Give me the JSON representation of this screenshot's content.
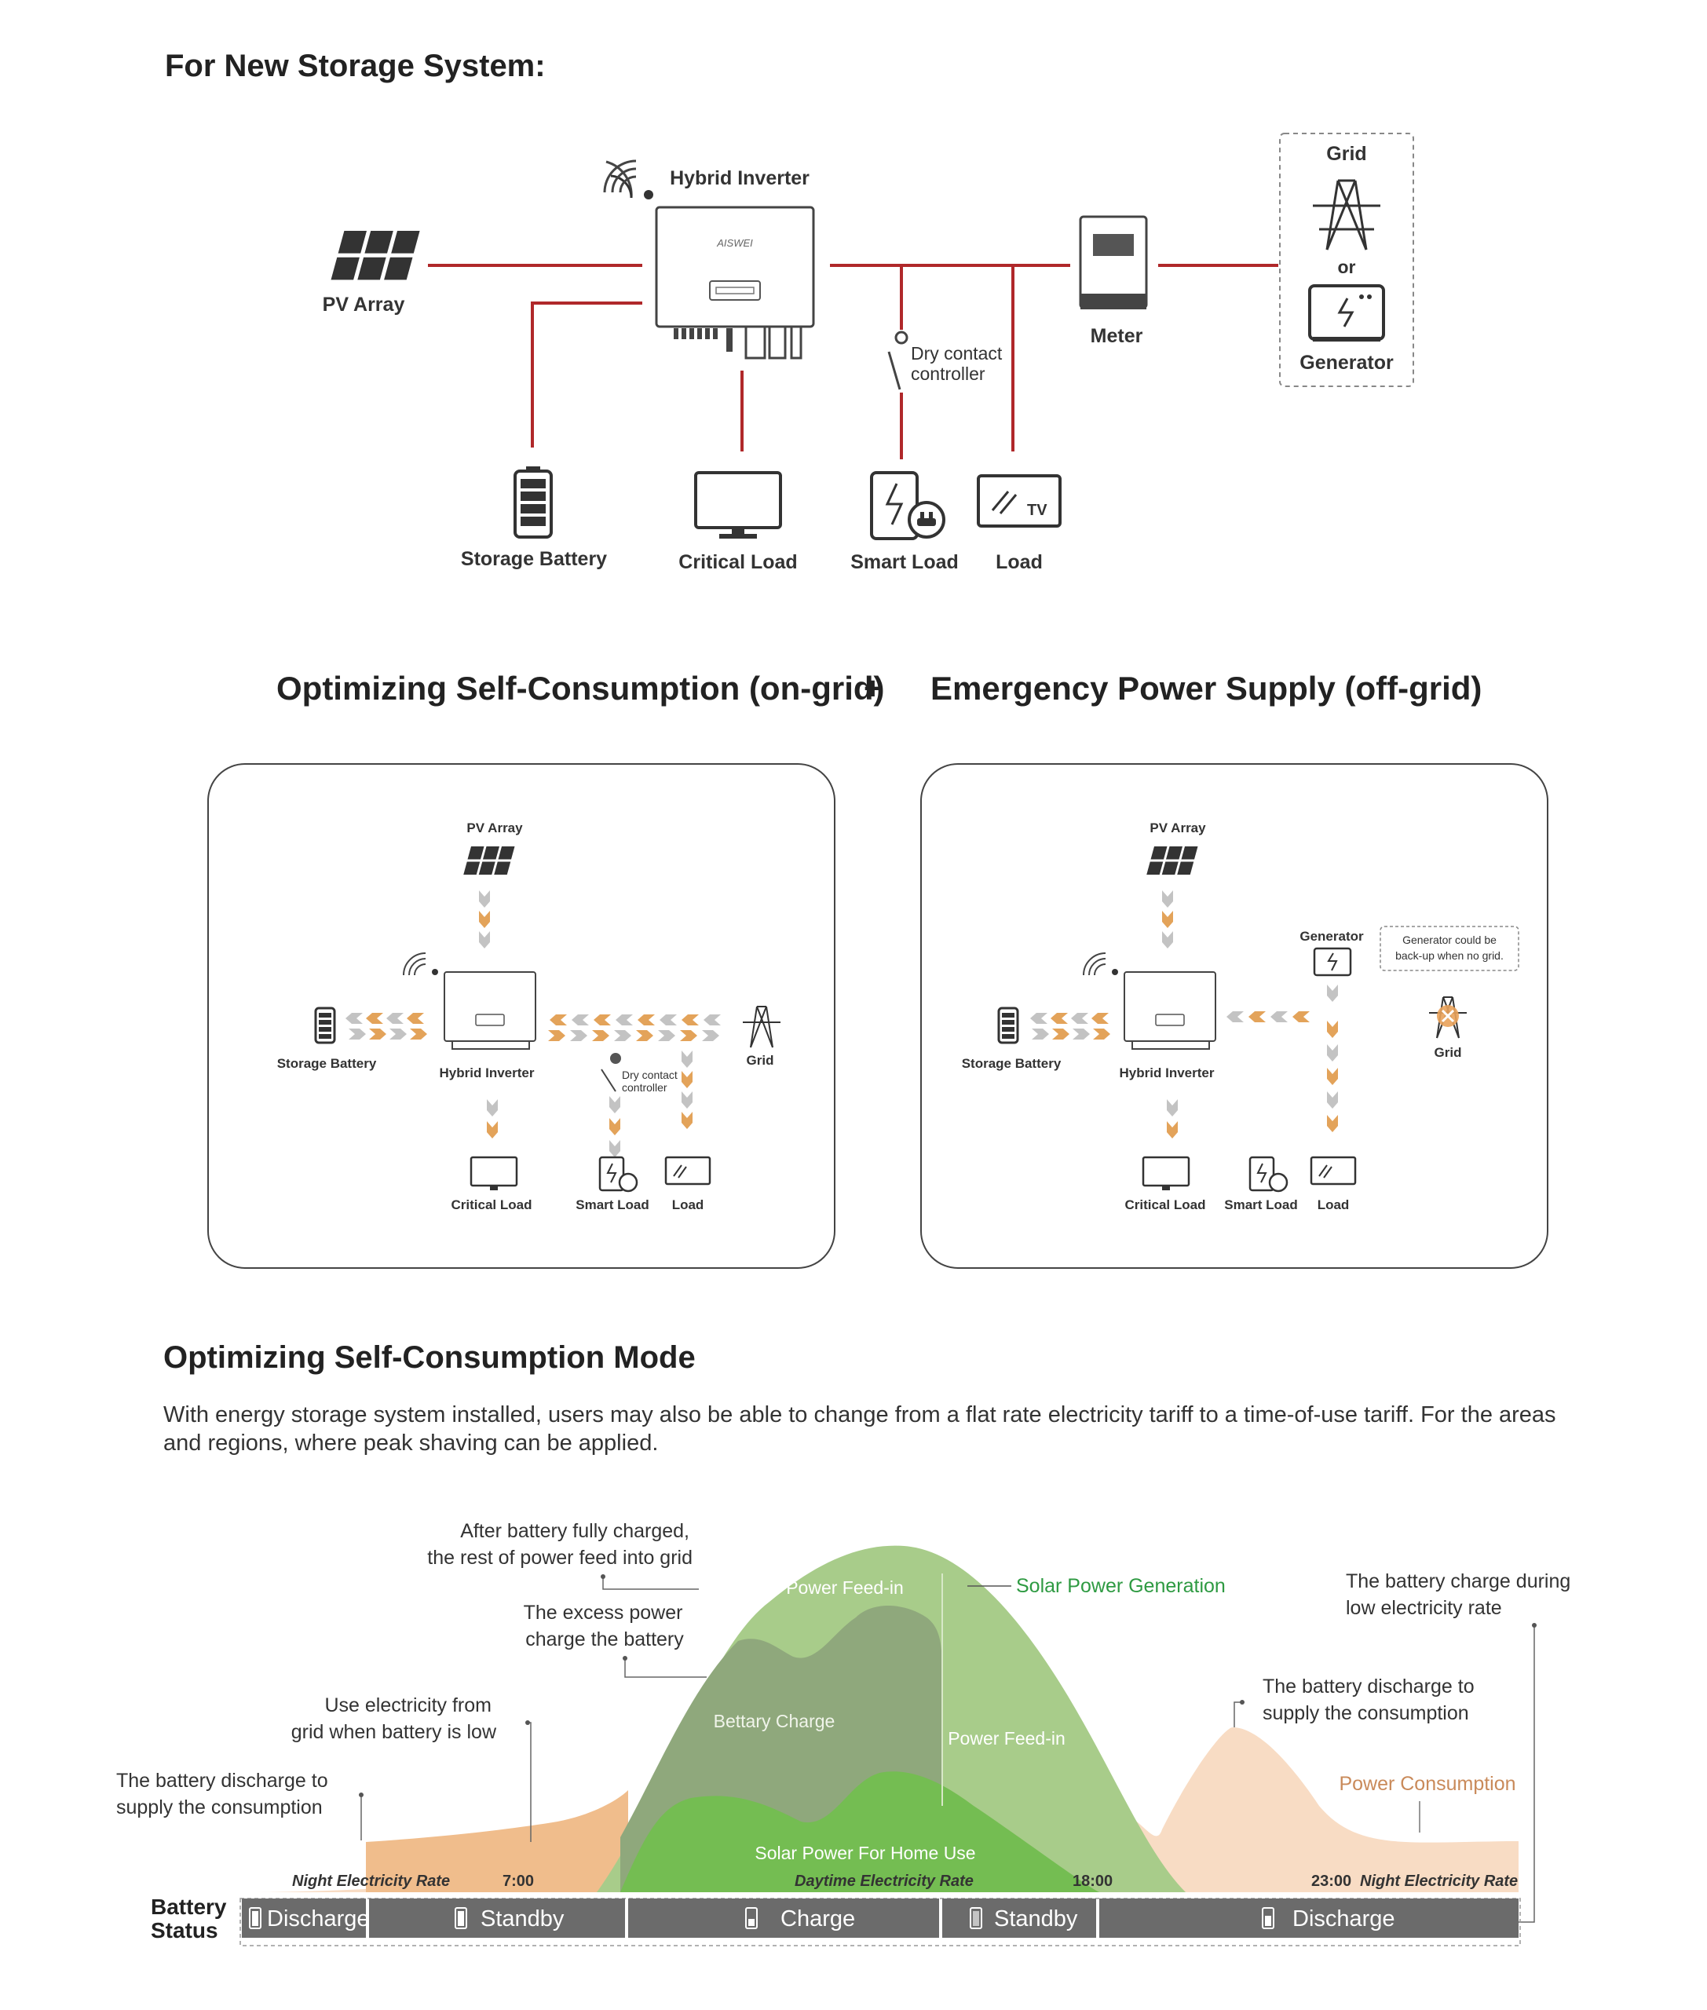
{
  "sections": {
    "new_storage_title": "For New Storage System:",
    "modes_left_title": "Optimizing Self-Consumption (on-grid)",
    "modes_plus": "+",
    "modes_right_title": "Emergency Power Supply (off-grid)",
    "mode_title": "Optimizing Self-Consumption Mode",
    "mode_paragraph": "With energy storage system installed, users may also be able to change from a flat rate electricity tariff to a time-of-use tariff. For the areas and regions, where peak shaving can be applied."
  },
  "top_diagram": {
    "pv_array": "PV Array",
    "hybrid_inverter": "Hybrid Inverter",
    "inverter_brand": "AISWEI",
    "meter": "Meter",
    "grid": "Grid",
    "or": "or",
    "generator": "Generator",
    "dry_contact_line1": "Dry contact",
    "dry_contact_line2": "controller",
    "storage_battery": "Storage Battery",
    "critical_load": "Critical Load",
    "smart_load": "Smart Load",
    "load": "Load",
    "tv": "TV"
  },
  "ongrid_panel": {
    "pv_array": "PV Array",
    "storage_battery": "Storage Battery",
    "hybrid_inverter": "Hybrid Inverter",
    "grid": "Grid",
    "dry_contact_line1": "Dry contact",
    "dry_contact_line2": "controller",
    "critical_load": "Critical Load",
    "smart_load": "Smart Load",
    "load": "Load"
  },
  "offgrid_panel": {
    "pv_array": "PV Array",
    "generator": "Generator",
    "note_line1": "Generator could be",
    "note_line2": "back-up when no grid.",
    "storage_battery": "Storage Battery",
    "hybrid_inverter": "Hybrid Inverter",
    "grid": "Grid",
    "critical_load": "Critical Load",
    "smart_load": "Smart Load",
    "load": "Load"
  },
  "curve_chart": {
    "annotations": {
      "fully_charged_line1": "After battery fully charged,",
      "fully_charged_line2": "the rest of power feed into grid",
      "excess_line1": "The excess power",
      "excess_line2": "charge the battery",
      "grid_low_line1": "Use electricity from",
      "grid_low_line2": "grid when battery is low",
      "discharge_left_line1": "The battery discharge to",
      "discharge_left_line2": "supply the consumption",
      "charge_low_line1": "The battery charge during",
      "charge_low_line2": "low electricity rate",
      "discharge_right_line1": "The battery discharge to",
      "discharge_right_line2": "supply the consumption"
    },
    "region_labels": {
      "power_feed_in_top": "Power Feed-in",
      "battery_charge": "Bettary Charge",
      "power_feed_in_right": "Power Feed-in",
      "solar_home_use": "Solar Power For Home Use",
      "solar_generation": "Solar Power Generation",
      "power_consumption": "Power Consumption"
    },
    "timeline": {
      "night_rate_left": "Night Electricity Rate",
      "t1": "7:00",
      "day_rate": "Daytime Electricity Rate",
      "t2": "18:00",
      "t3": "23:00",
      "night_rate_right": "Night Electricity Rate"
    },
    "battery_status": {
      "label_line1": "Battery",
      "label_line2": "Status",
      "segments": [
        "Discharge",
        "Standby",
        "Charge",
        "Standby",
        "Discharge"
      ]
    }
  },
  "colors": {
    "wire": "#b0282a",
    "orange_arrow": "#e3a35a",
    "grey_arrow": "#c3c3c3",
    "consumption_fill": "#f8dcc4",
    "solar_generation_fill": "#a8cc8a",
    "battery_charge_fill": "#8fa87c",
    "home_use_fill": "#74bd52",
    "status_bar": "#6b6b6b",
    "solar_label": "#2e9a42",
    "consumption_label": "#c98a5a"
  }
}
